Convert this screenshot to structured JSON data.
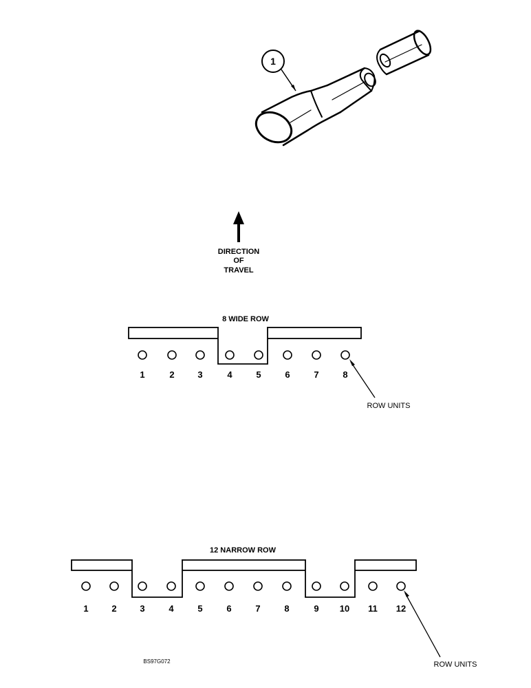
{
  "callout": {
    "number": "1"
  },
  "direction": {
    "line1": "DIRECTION",
    "line2": "OF",
    "line3": "TRAVEL"
  },
  "wide": {
    "title": "8 WIDE ROW",
    "units": [
      "1",
      "2",
      "3",
      "4",
      "5",
      "6",
      "7",
      "8"
    ],
    "row_units_label": "ROW UNITS"
  },
  "narrow": {
    "title": "12 NARROW ROW",
    "units": [
      "1",
      "2",
      "3",
      "4",
      "5",
      "6",
      "7",
      "8",
      "9",
      "10",
      "11",
      "12"
    ],
    "row_units_label": "ROW UNITS"
  },
  "figure_code": "BS97G072"
}
